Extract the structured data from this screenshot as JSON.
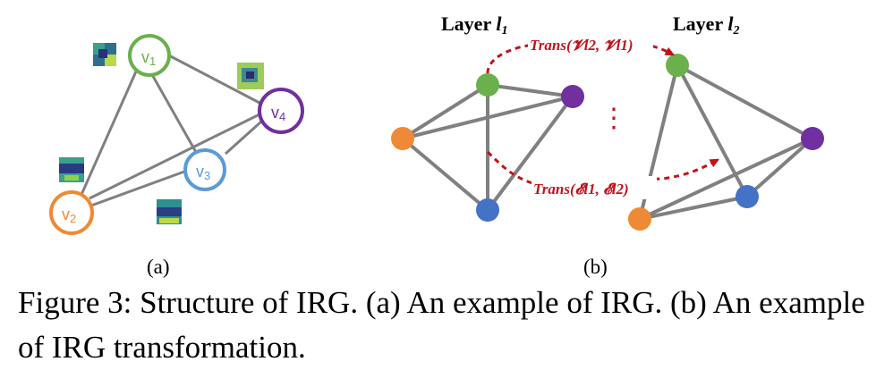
{
  "panel_a": {
    "nodes": [
      {
        "id": "v1",
        "letter": "v",
        "sub": "1",
        "color": "#6ab04c"
      },
      {
        "id": "v2",
        "letter": "v",
        "sub": "2",
        "color": "#ee8a36"
      },
      {
        "id": "v3",
        "letter": "v",
        "sub": "3",
        "color": "#5b9bd5"
      },
      {
        "id": "v4",
        "letter": "v",
        "sub": "4",
        "color": "#7030a0"
      }
    ],
    "label": "(a)"
  },
  "panel_b": {
    "layer1": {
      "prefix": "Layer ",
      "var": "l",
      "sub": "1"
    },
    "layer2": {
      "prefix": "Layer ",
      "var": "l",
      "sub": "2"
    },
    "trans_vertices": "Trans(𝓥l2, 𝓥l1)",
    "trans_edges": "Trans(𝓔l1, 𝓔l2)",
    "ellipsis": "⋮",
    "label": "(b)"
  },
  "colors": {
    "green": "#6ab04c",
    "orange": "#ee8a36",
    "blue": "#4472c4",
    "purple": "#7030a0",
    "edge": "#808080",
    "arrow": "#c0141c"
  },
  "caption": "Figure 3: Structure of IRG. (a) An example of IRG. (b) An example of IRG transformation."
}
